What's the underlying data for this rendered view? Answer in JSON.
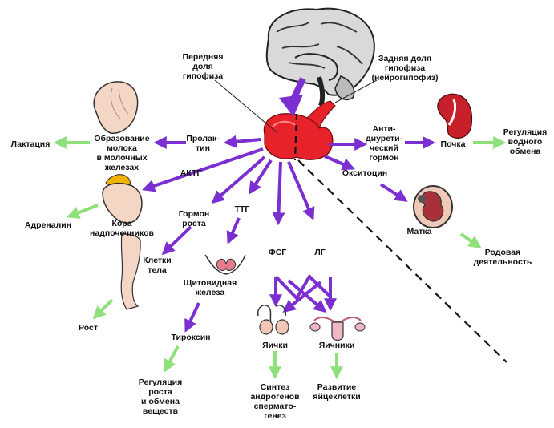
{
  "colors": {
    "purple_arrow": "#7b2fd0",
    "green_arrow": "#8de07a",
    "gland": "#e8222a",
    "organ_red": "#c8202a",
    "dashed_line": "#111111"
  },
  "labels": {
    "anterior_lobe": "Передняя\nдоля\nгипофиза",
    "posterior_lobe": "Задняя доля\nгипофиза\n(нейрогипофиз)",
    "prolactin": "Пролак-\nтин",
    "milk_formation": "Образование\nмолока\nв молочных\nжелезах",
    "lactation": "Лактация",
    "actg": "АКТГ",
    "adrenal_cortex": "Кора\nнадпочечников",
    "adrenaline": "Адреналин",
    "growth_hormone": "Гормон\nроста",
    "body_cells": "Клетки\nтела",
    "growth": "Рост",
    "ttg": "ТТГ",
    "thyroid": "Щитовидная\nжелеза",
    "thyroxine": "Тироксин",
    "growth_regulation": "Регуляция\nроста\nи обмена\nвеществ",
    "fsg": "ФСГ",
    "lg": "ЛГ",
    "testes": "Яички",
    "ovaries": "Яичники",
    "androgen_synthesis": "Синтез\nандрогенов\nсперматo-\nгенез",
    "egg_development": "Развитие\nяйцеклетки",
    "adh": "Анти-\nдиурети-\nческий\nгормон",
    "kidney": "Почка",
    "water_regulation": "Регуляция\nводного\nобмена",
    "oxytocin": "Окситоцин",
    "uterus": "Матка",
    "labor": "Родовая\nдеятельность"
  },
  "icons": [
    "brain-icon",
    "pituitary-gland-icon",
    "mammary-gland-icon",
    "adrenal-gland-icon",
    "leg-icon",
    "thyroid-icon",
    "testes-icon",
    "ovaries-icon",
    "kidney-icon",
    "uterus-fetus-icon"
  ]
}
